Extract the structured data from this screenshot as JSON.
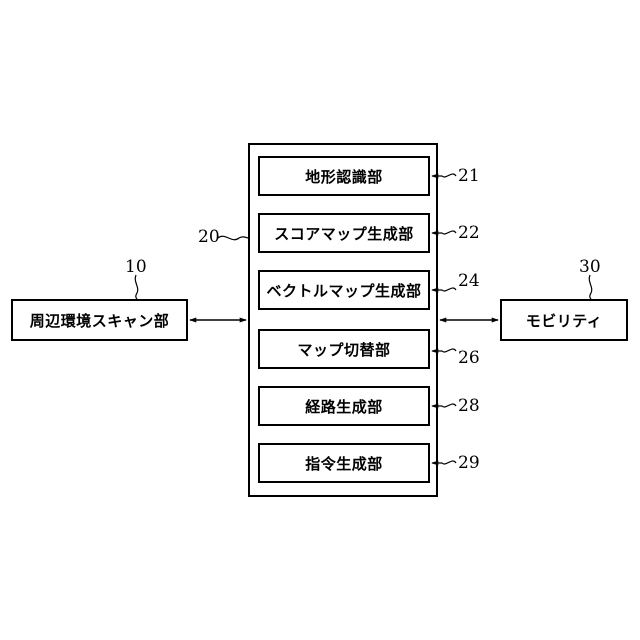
{
  "left_block": {
    "label": "周辺環境スキャン部",
    "ref": "10"
  },
  "right_block": {
    "label": "モビリティ",
    "ref": "30"
  },
  "container": {
    "ref": "20"
  },
  "modules": [
    {
      "label": "地形認識部",
      "ref": "21"
    },
    {
      "label": "スコアマップ生成部",
      "ref": "22"
    },
    {
      "label": "ベクトルマップ生成部",
      "ref": "24"
    },
    {
      "label": "マップ切替部",
      "ref": "26"
    },
    {
      "label": "経路生成部",
      "ref": "28"
    },
    {
      "label": "指令生成部",
      "ref": "29"
    }
  ]
}
